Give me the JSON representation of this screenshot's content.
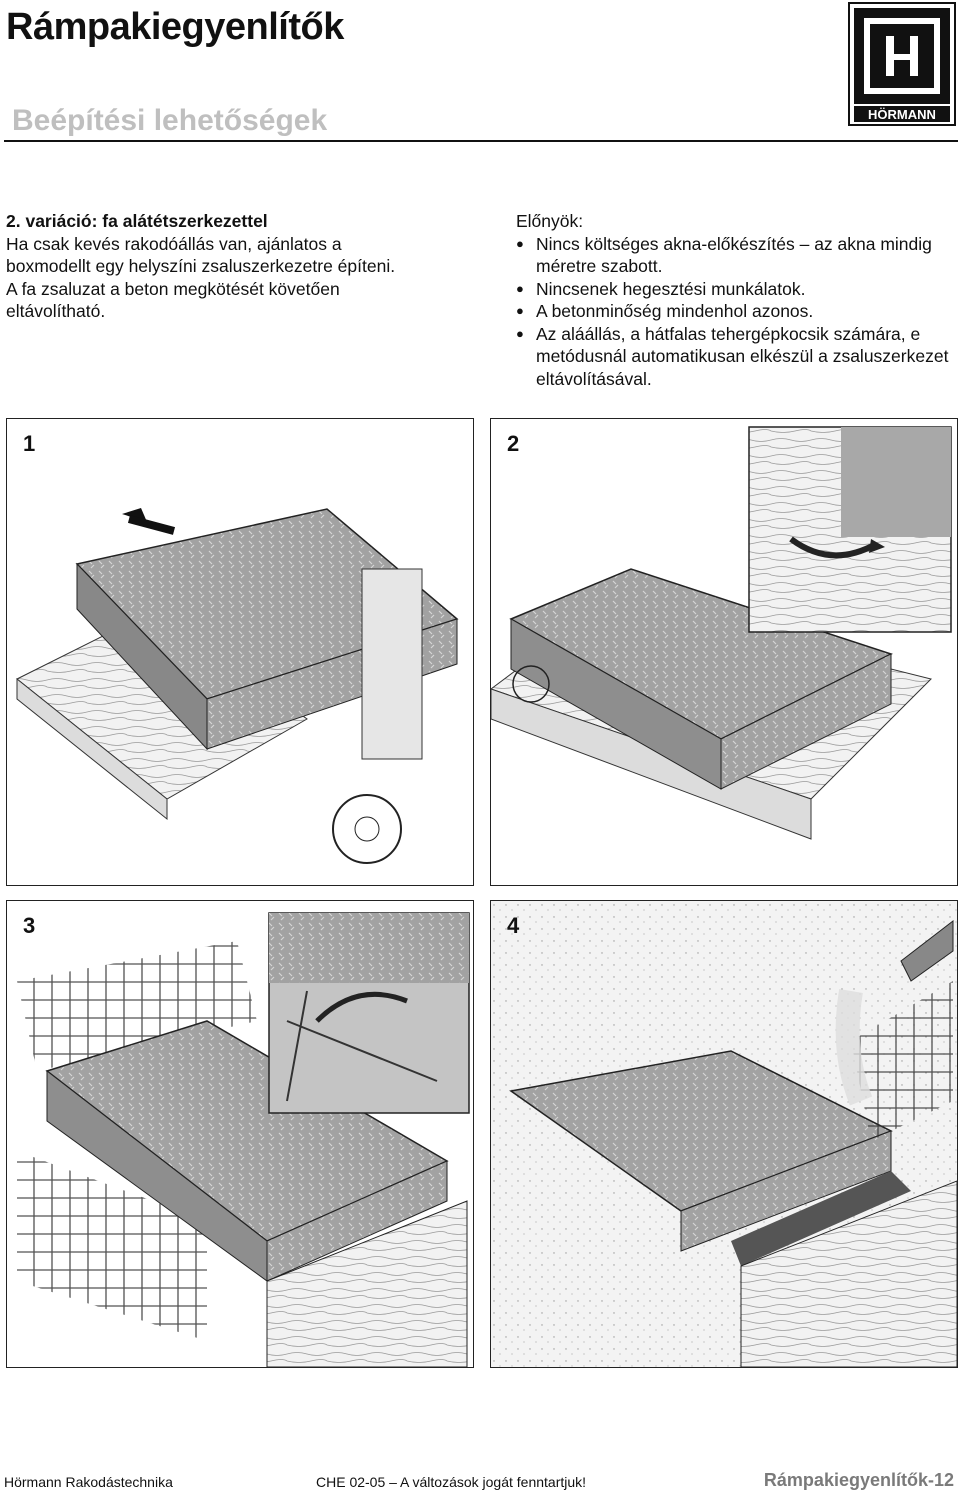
{
  "header": {
    "title": "Rámpakiegyenlítők",
    "subtitle": "Beépítési lehetőségek",
    "logo_text": "HÖRMANN"
  },
  "intro": {
    "heading": "2. variáció: fa alátétszerkezettel",
    "body_lines": [
      "Ha csak kevés rakodóállás van, ajánlatos a",
      "boxmodellt egy helyszíni zsaluszerkezetre építeni.",
      "A fa zsaluzat a beton megkötését követően",
      "eltávolítható."
    ]
  },
  "advantages": {
    "heading": "Előnyök:",
    "items": [
      "Nincs költséges akna-előkészítés – az akna mindig méretre szabott.",
      "Nincsenek hegesztési munkálatok.",
      "A betonminőség mindenhol azonos.",
      "Az aláállás, a hátfalas tehergépkocsik számára, e metódusnál automatikusan elkészül a zsaluszerkezet eltávolításával."
    ]
  },
  "steps": [
    {
      "number": "1"
    },
    {
      "number": "2"
    },
    {
      "number": "3"
    },
    {
      "number": "4"
    }
  ],
  "footer": {
    "left": "Hörmann Rakodástechnika",
    "middle": "CHE 02-05 – A változások jogát fenntartjuk!",
    "right": "Rámpakiegyenlítők-12"
  },
  "colors": {
    "accent_gray": "#bfbfbf",
    "plate_gray": "#9a9a9a",
    "wood_light": "#ececec"
  }
}
